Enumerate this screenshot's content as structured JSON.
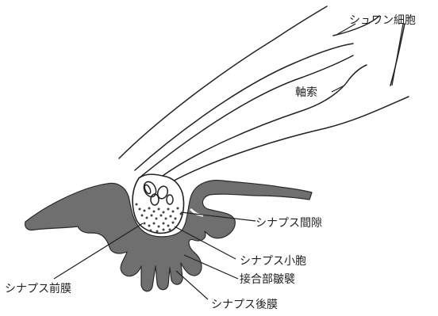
{
  "labels": {
    "schwann_cell": "シュワン細胞",
    "axon": "軸索",
    "synaptic_cleft": "シナプス間隙",
    "synaptic_vesicle": "シナプス小胞",
    "presynaptic_membrane": "シナプス前膜",
    "junctional_folds": "接合部皺襞",
    "postsynaptic_membrane": "シナプス後膜"
  },
  "colors": {
    "line": "#222222",
    "muscle_fill": "#6f6f6f",
    "background": "#ffffff"
  }
}
